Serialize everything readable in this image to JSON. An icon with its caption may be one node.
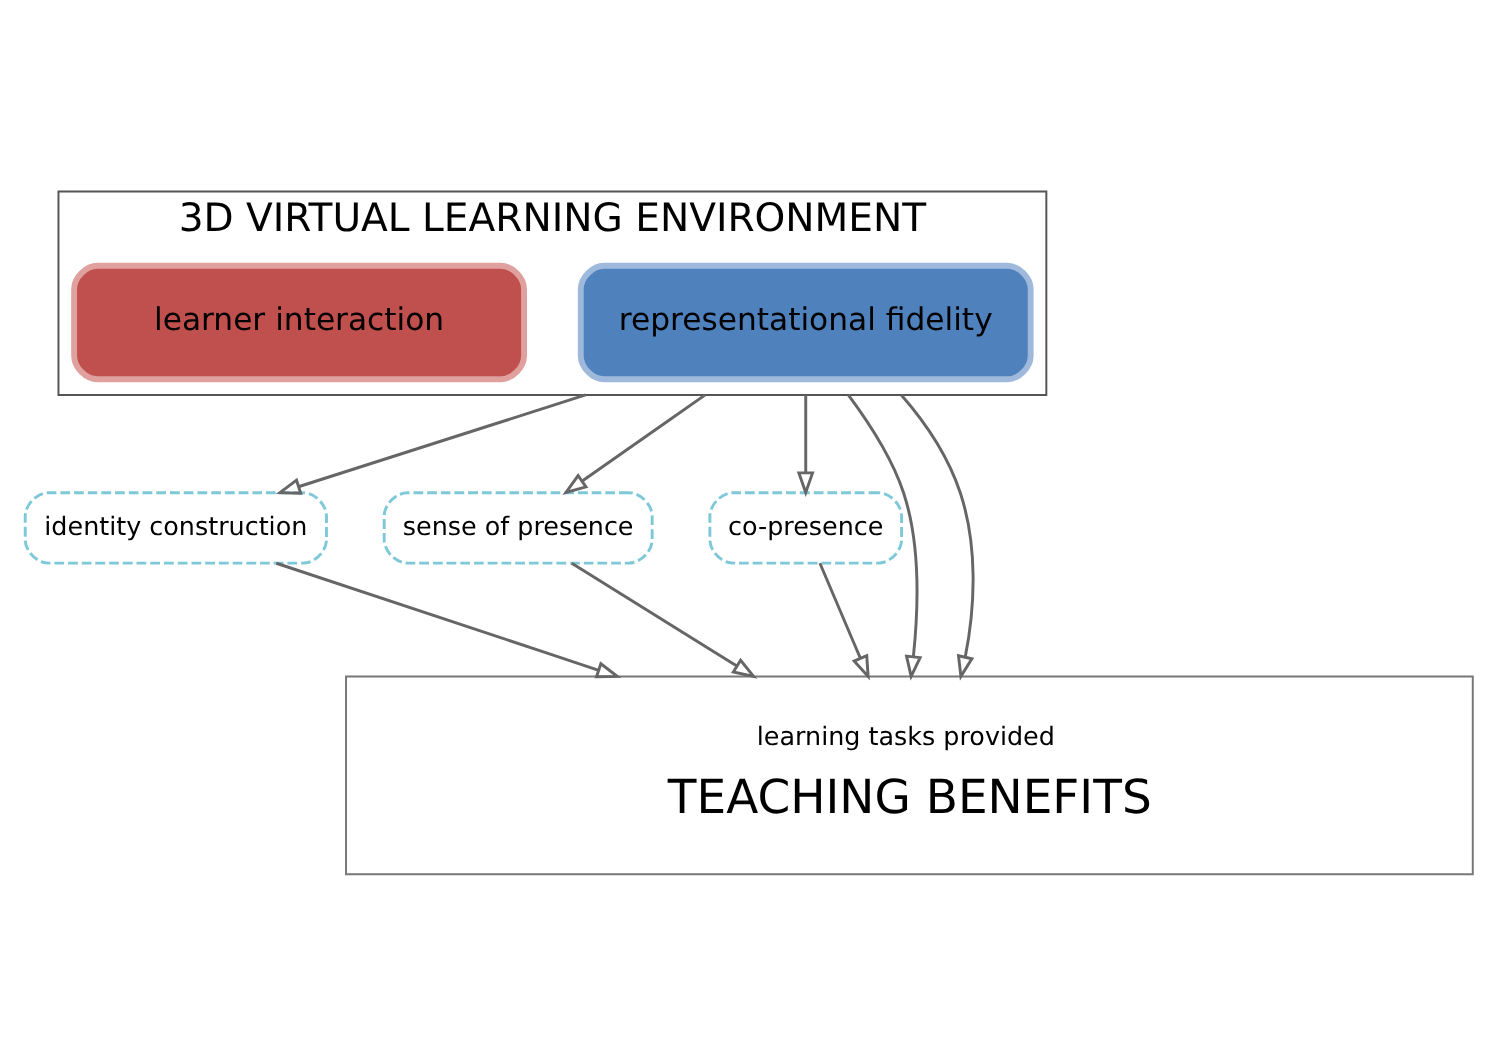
{
  "diagram": {
    "nodes": [
      {
        "text": [
          "3D VIRTUAL LEARNING ENVIRONMENT"
        ]
      },
      {
        "text": [
          "representational fidelity"
        ],
        "in": 0
      },
      {
        "text": [
          "learner interaction"
        ],
        "in": 0
      },
      {
        "text": [
          "identity construction"
        ]
      },
      {
        "text": [
          "sense of presence"
        ]
      },
      {
        "text": [
          "co-presence"
        ]
      },
      {
        "text": [
          "learning tasks provided",
          "TEACHING BENEFITS"
        ]
      }
    ],
    "edges": [
      {
        "from": 0,
        "to": 6,
        "arrow": "to"
      },
      {
        "from": 0,
        "to": 3,
        "arrow": "to"
      },
      {
        "from": 3,
        "to": 6,
        "arrow": "to"
      },
      {
        "from": 0,
        "to": 4,
        "arrow": "to"
      },
      {
        "from": 4,
        "to": 6,
        "arrow": "to"
      },
      {
        "from": 0,
        "to": 5,
        "arrow": "to"
      },
      {
        "from": 5,
        "to": 6,
        "arrow": "to"
      },
      {
        "from": 0,
        "to": 6,
        "arrow": "to"
      }
    ]
  }
}
